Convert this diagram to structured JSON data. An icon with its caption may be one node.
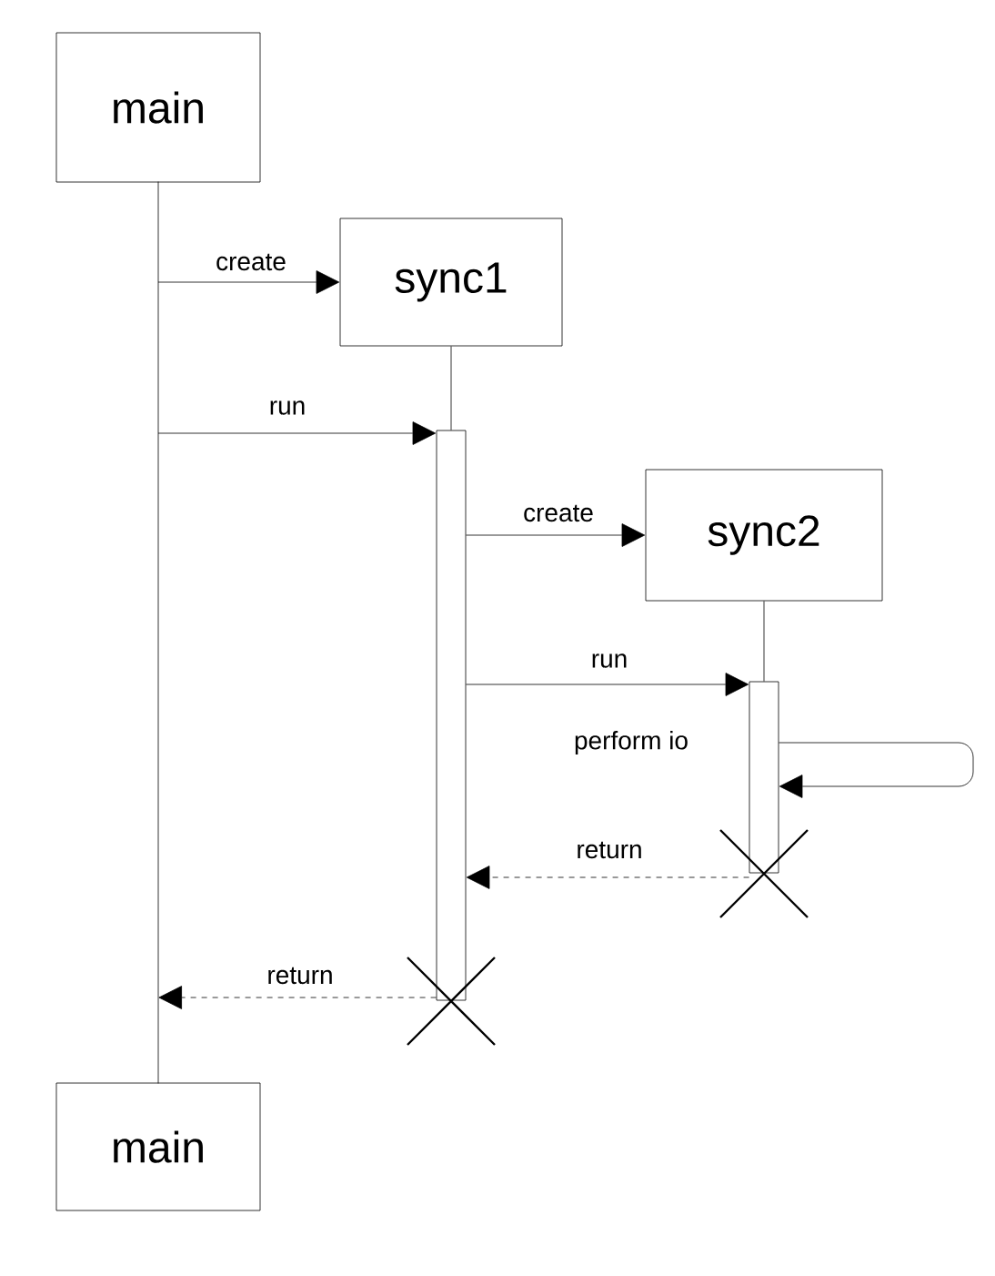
{
  "diagram": {
    "nodes": [
      {
        "text": [
          "main"
        ]
      },
      {
        "text": [
          "sync1"
        ]
      },
      {
        "text": [
          "sync2"
        ]
      },
      {
        "text": [
          "main"
        ]
      },
      {
        "text": [],
        "shape": "line"
      },
      {
        "text": [],
        "shape": "bar"
      },
      {
        "text": [],
        "shape": "bar"
      }
    ],
    "edges": [
      {
        "from": 1,
        "to": 5,
        "arrow": "none"
      },
      {
        "from": 2,
        "to": 6,
        "arrow": "none"
      },
      {
        "from": 4,
        "to": 1,
        "arrow": "to",
        "label": "create"
      },
      {
        "from": 4,
        "to": 5,
        "arrow": "to",
        "label": "run"
      },
      {
        "from": 5,
        "to": 2,
        "arrow": "to",
        "label": "create"
      },
      {
        "from": 5,
        "to": 6,
        "arrow": "to",
        "label": "run"
      },
      {
        "from": 6,
        "to": 6,
        "arrow": "to",
        "label": "perform io"
      },
      {
        "from": 6,
        "to": 5,
        "arrow": "to",
        "label": "return",
        "style": "dashed"
      },
      {
        "from": 5,
        "to": 4,
        "arrow": "to",
        "label": "return",
        "style": "dashed"
      }
    ]
  }
}
